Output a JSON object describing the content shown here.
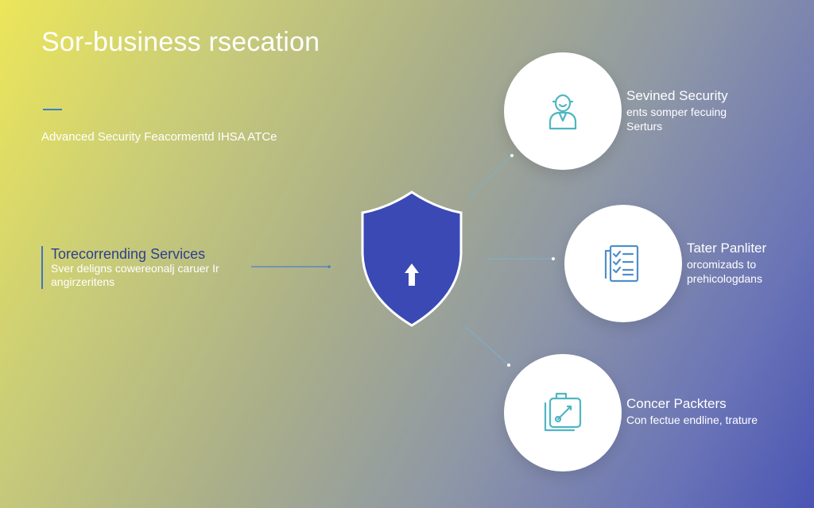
{
  "header": {
    "title": "Sor-business rsecation",
    "subtitle": "Advanced Security Feacormentd IHSA ATCe"
  },
  "left_service": {
    "title": "Torecorrending Services",
    "description": "Sver deligns cowereonalj caruer Ir angirzeritens"
  },
  "center_icon": "shield-up-arrow-icon",
  "nodes": [
    {
      "title": "Sevined Security",
      "description": "ents somper fecuing Serturs",
      "icon": "person-icon"
    },
    {
      "title": "Tater Panliter",
      "description": "orcomizads to prehicologdans",
      "icon": "checklist-icon"
    },
    {
      "title": "Concer Packters",
      "description": "Con fectue endline, trature",
      "icon": "package-icon"
    }
  ],
  "colors": {
    "shield": "#3a49b4",
    "icon_teal": "#4fb6c3",
    "accent_line": "#3d7fc4"
  }
}
